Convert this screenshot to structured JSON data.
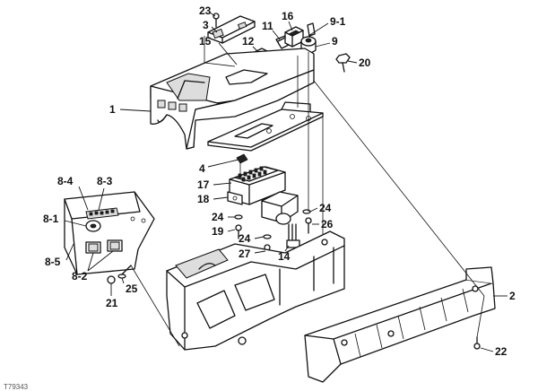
{
  "callouts": [
    {
      "id": "c23",
      "text": "23"
    },
    {
      "id": "c3",
      "text": "3"
    },
    {
      "id": "c15",
      "text": "15"
    },
    {
      "id": "c12",
      "text": "12"
    },
    {
      "id": "c11",
      "text": "11"
    },
    {
      "id": "c16",
      "text": "16"
    },
    {
      "id": "c9-1",
      "text": "9-1"
    },
    {
      "id": "c9",
      "text": "9"
    },
    {
      "id": "c20",
      "text": "20"
    },
    {
      "id": "c1",
      "text": "1"
    },
    {
      "id": "c4",
      "text": "4"
    },
    {
      "id": "c17",
      "text": "17"
    },
    {
      "id": "c18",
      "text": "18"
    },
    {
      "id": "c24a",
      "text": "24"
    },
    {
      "id": "c19",
      "text": "19"
    },
    {
      "id": "c24b",
      "text": "24"
    },
    {
      "id": "c27",
      "text": "27"
    },
    {
      "id": "c14",
      "text": "14"
    },
    {
      "id": "c24c",
      "text": "24"
    },
    {
      "id": "c26",
      "text": "26"
    },
    {
      "id": "c8-4",
      "text": "8-4"
    },
    {
      "id": "c8-3",
      "text": "8-3"
    },
    {
      "id": "c8-1",
      "text": "8-1"
    },
    {
      "id": "c8-5",
      "text": "8-5"
    },
    {
      "id": "c8-2",
      "text": "8-2"
    },
    {
      "id": "c25",
      "text": "25"
    },
    {
      "id": "c21",
      "text": "21"
    },
    {
      "id": "c2",
      "text": "2"
    },
    {
      "id": "c22",
      "text": "22"
    }
  ],
  "footer_code": "T79343"
}
